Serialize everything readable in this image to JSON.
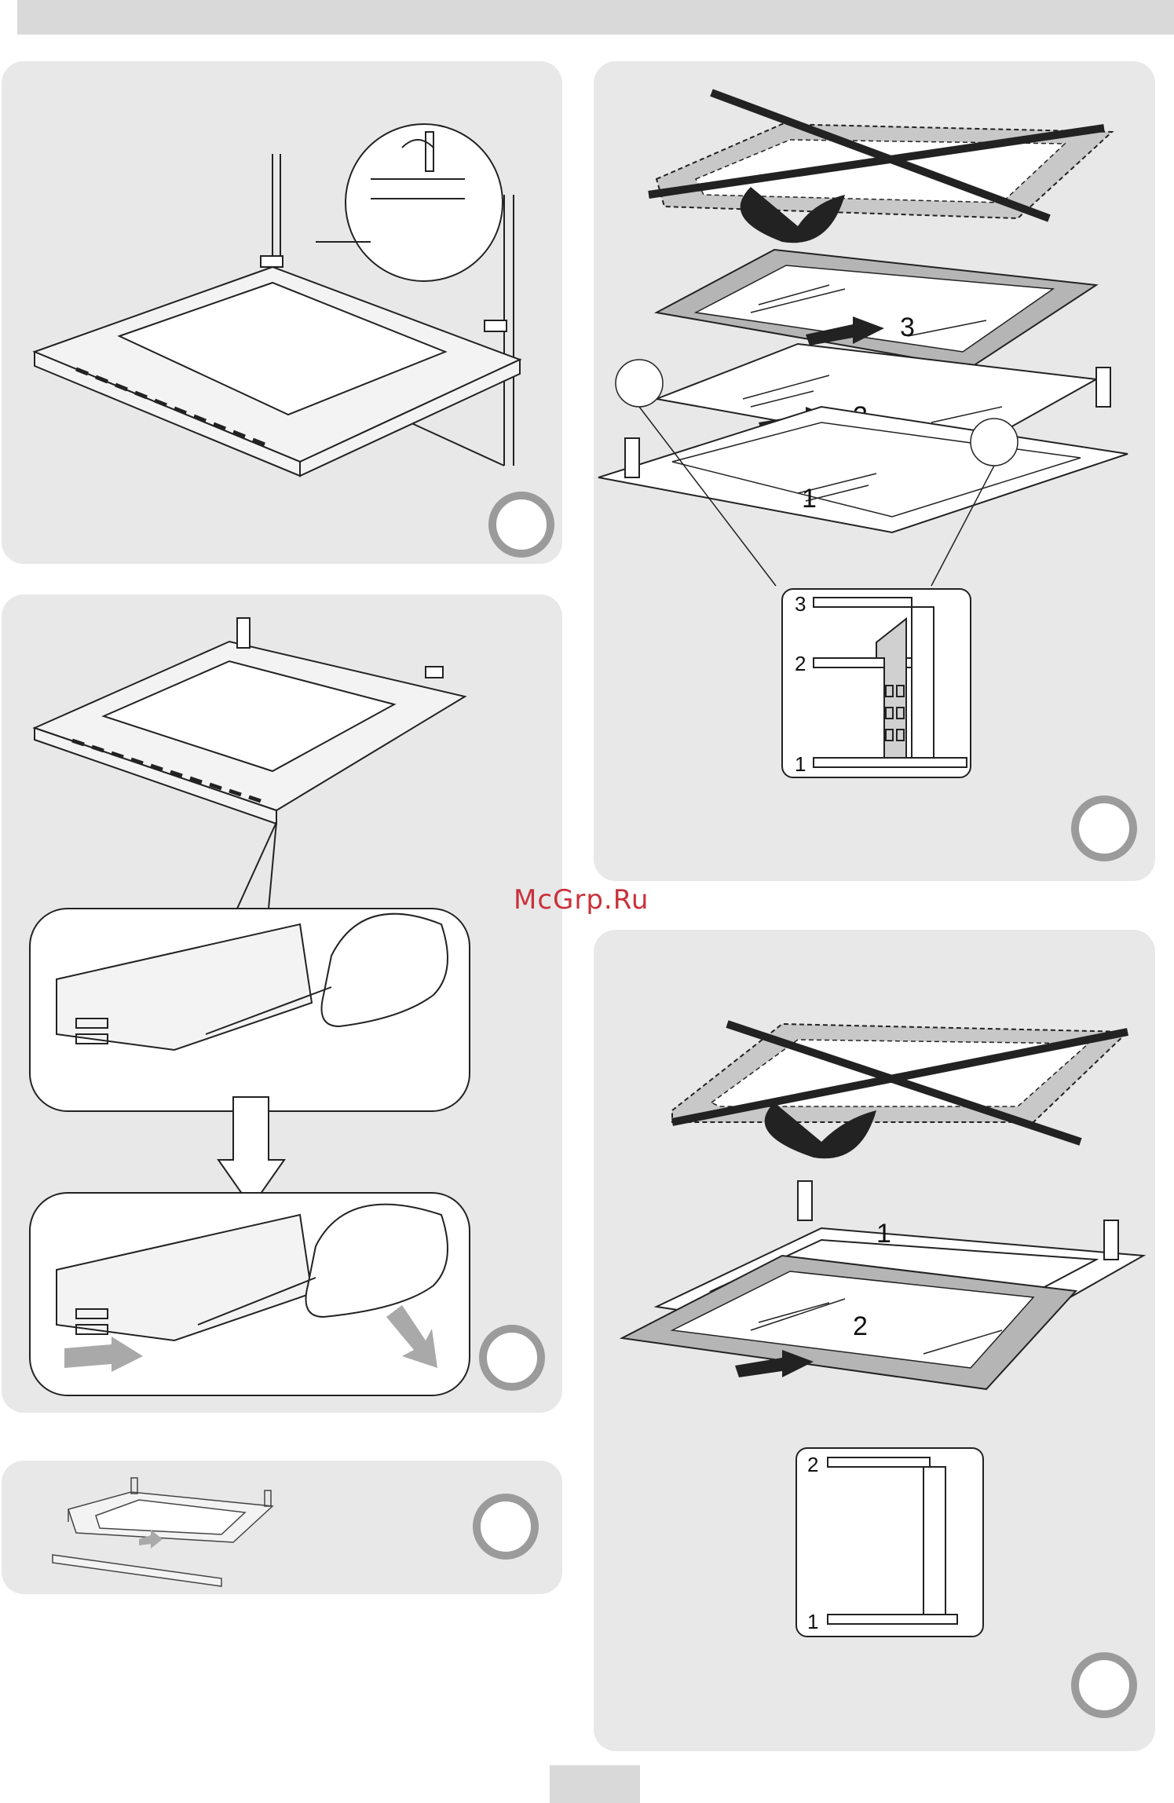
{
  "watermark": "McGrp.Ru",
  "figure3": {
    "labels": [
      "3",
      "2",
      "1"
    ],
    "detail_labels": [
      "3",
      "2",
      "1"
    ]
  },
  "figure5": {
    "labels": [
      "1",
      "2"
    ],
    "detail_labels": [
      "2",
      "1"
    ]
  },
  "colors": {
    "panel": "#e8e8e8",
    "circle": "#9b9b9b",
    "watermark": "#c9323c",
    "glass": "#a9a9a9"
  }
}
